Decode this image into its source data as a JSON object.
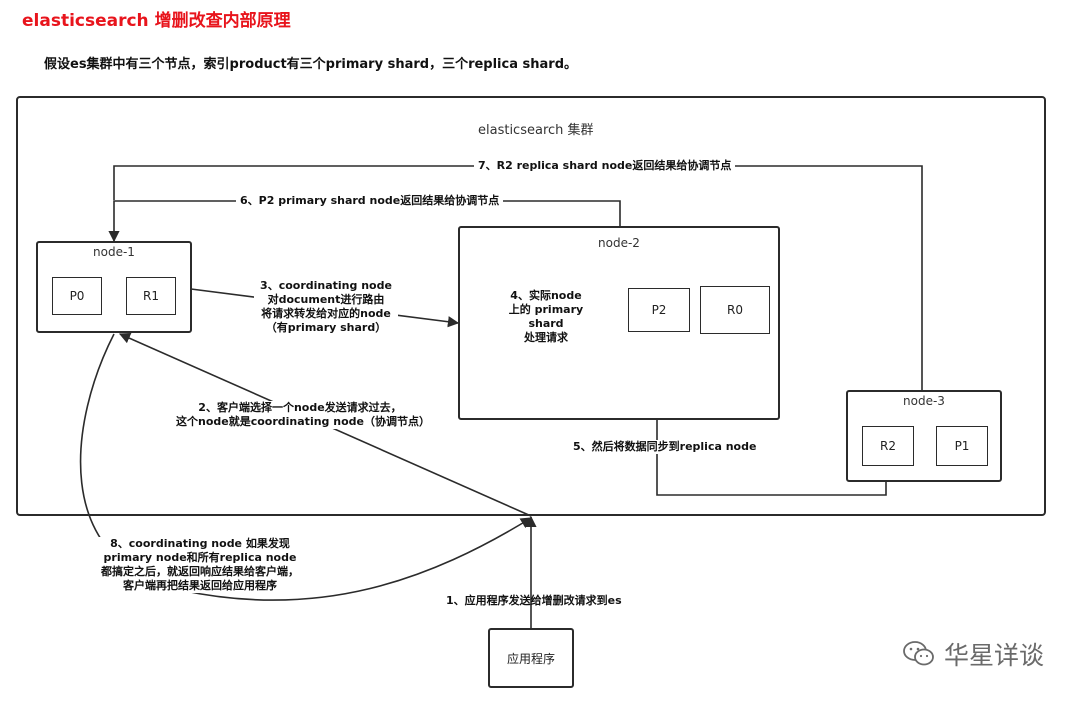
{
  "title": "elasticsearch 增删改查内部原理",
  "subtitle": "假设es集群中有三个节点，索引product有三个primary shard，三个replica shard。",
  "cluster": {
    "label": "elasticsearch 集群"
  },
  "nodes": {
    "node1": {
      "label": "node-1",
      "shards": [
        "P0",
        "R1"
      ]
    },
    "node2": {
      "label": "node-2",
      "shards": [
        "P2",
        "R0"
      ]
    },
    "node3": {
      "label": "node-3",
      "shards": [
        "R2",
        "P1"
      ]
    }
  },
  "app": {
    "label": "应用程序"
  },
  "steps": {
    "step1": "1、应用程序发送给增删改请求到es",
    "step2": [
      "2、客户端选择一个node发送请求过去，",
      "这个node就是coordinating node（协调节点）"
    ],
    "step3": [
      "3、coordinating node",
      "对document进行路由",
      "将请求转发给对应的node",
      "（有primary shard）"
    ],
    "step4": [
      "4、实际node",
      "上的 primary",
      "shard",
      "处理请求"
    ],
    "step5": "5、然后将数据同步到replica node",
    "step6": "6、P2 primary shard node返回结果给协调节点",
    "step7": "7、R2 replica shard node返回结果给协调节点",
    "step8": [
      "8、coordinating node 如果发现",
      "primary node和所有replica node",
      "都搞定之后，就返回响应结果给客户端，",
      "客户端再把结果返回给应用程序"
    ]
  },
  "watermark": {
    "icon": "wechat-icon",
    "text": "华星详谈"
  },
  "colors": {
    "title": "#e8141c",
    "line": "#2b2b2b"
  }
}
